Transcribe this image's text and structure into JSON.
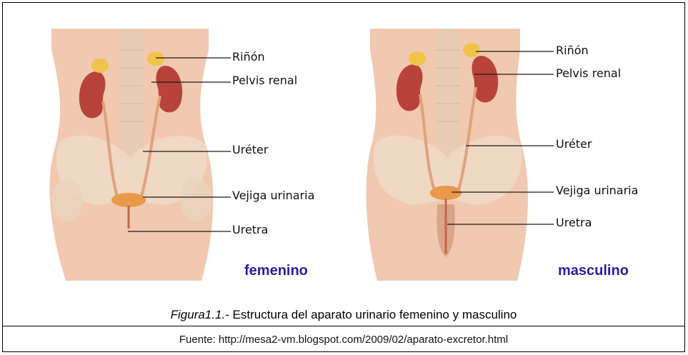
{
  "figure": {
    "labels": {
      "rinon": "Riñón",
      "pelvis_renal": "Pelvis renal",
      "ureter": "Uréter",
      "vejiga": "Vejiga urinaria",
      "uretra": "Uretra"
    },
    "female_title": "femenino",
    "male_title": "masculino",
    "caption_number": "Figura1.1.-",
    "caption_text": " Estructura del aparato urinario femenino y masculino",
    "source": "Fuente: http://mesa2-vm.blogspot.com/2009/02/aparato-excretor.html"
  },
  "colors": {
    "skin": "#f1c9b0",
    "bone": "#eed9c6",
    "kidney": "#b8433a",
    "adrenal": "#f0c34a",
    "bladder": "#e89a4a",
    "gender_label": "#2a1fa0"
  }
}
